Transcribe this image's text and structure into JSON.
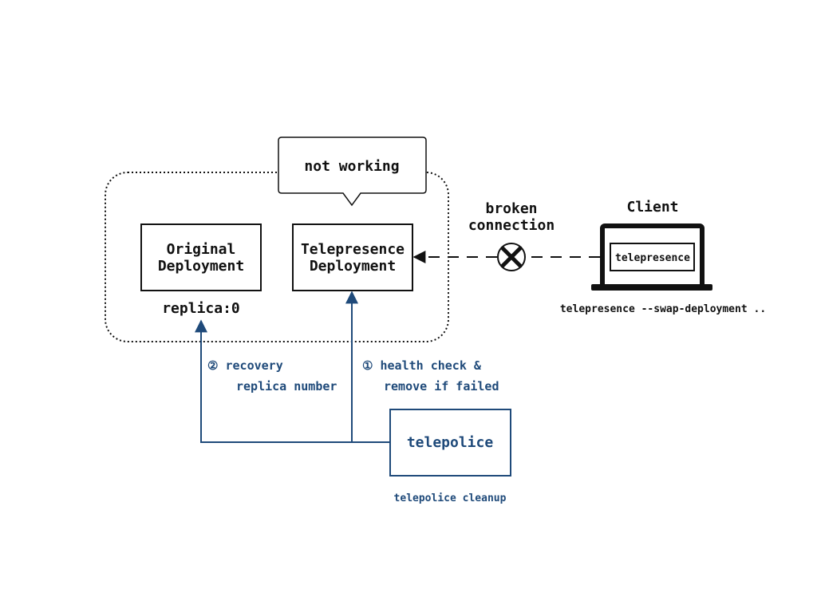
{
  "bubble": {
    "text": "not working"
  },
  "original_deployment": {
    "line1": "Original",
    "line2": "Deployment",
    "replica": "replica:0"
  },
  "telepresence_deployment": {
    "line1": "Telepresence",
    "line2": "Deployment"
  },
  "connection": {
    "line1": "broken",
    "line2": "connection"
  },
  "client": {
    "title": "Client",
    "screen_label": "telepresence",
    "command": "telepresence --swap-deployment .."
  },
  "steps": {
    "recovery_line1": "② recovery",
    "recovery_line2": "replica number",
    "health_line1": "① health check &",
    "health_line2": "remove if failed"
  },
  "telepolice": {
    "label": "telepolice",
    "command": "telepolice cleanup"
  },
  "colors": {
    "blue": "#1f4a7a",
    "black": "#111111"
  },
  "icons": {
    "broken_connection": "x-circle-icon",
    "client_device": "laptop-icon"
  }
}
